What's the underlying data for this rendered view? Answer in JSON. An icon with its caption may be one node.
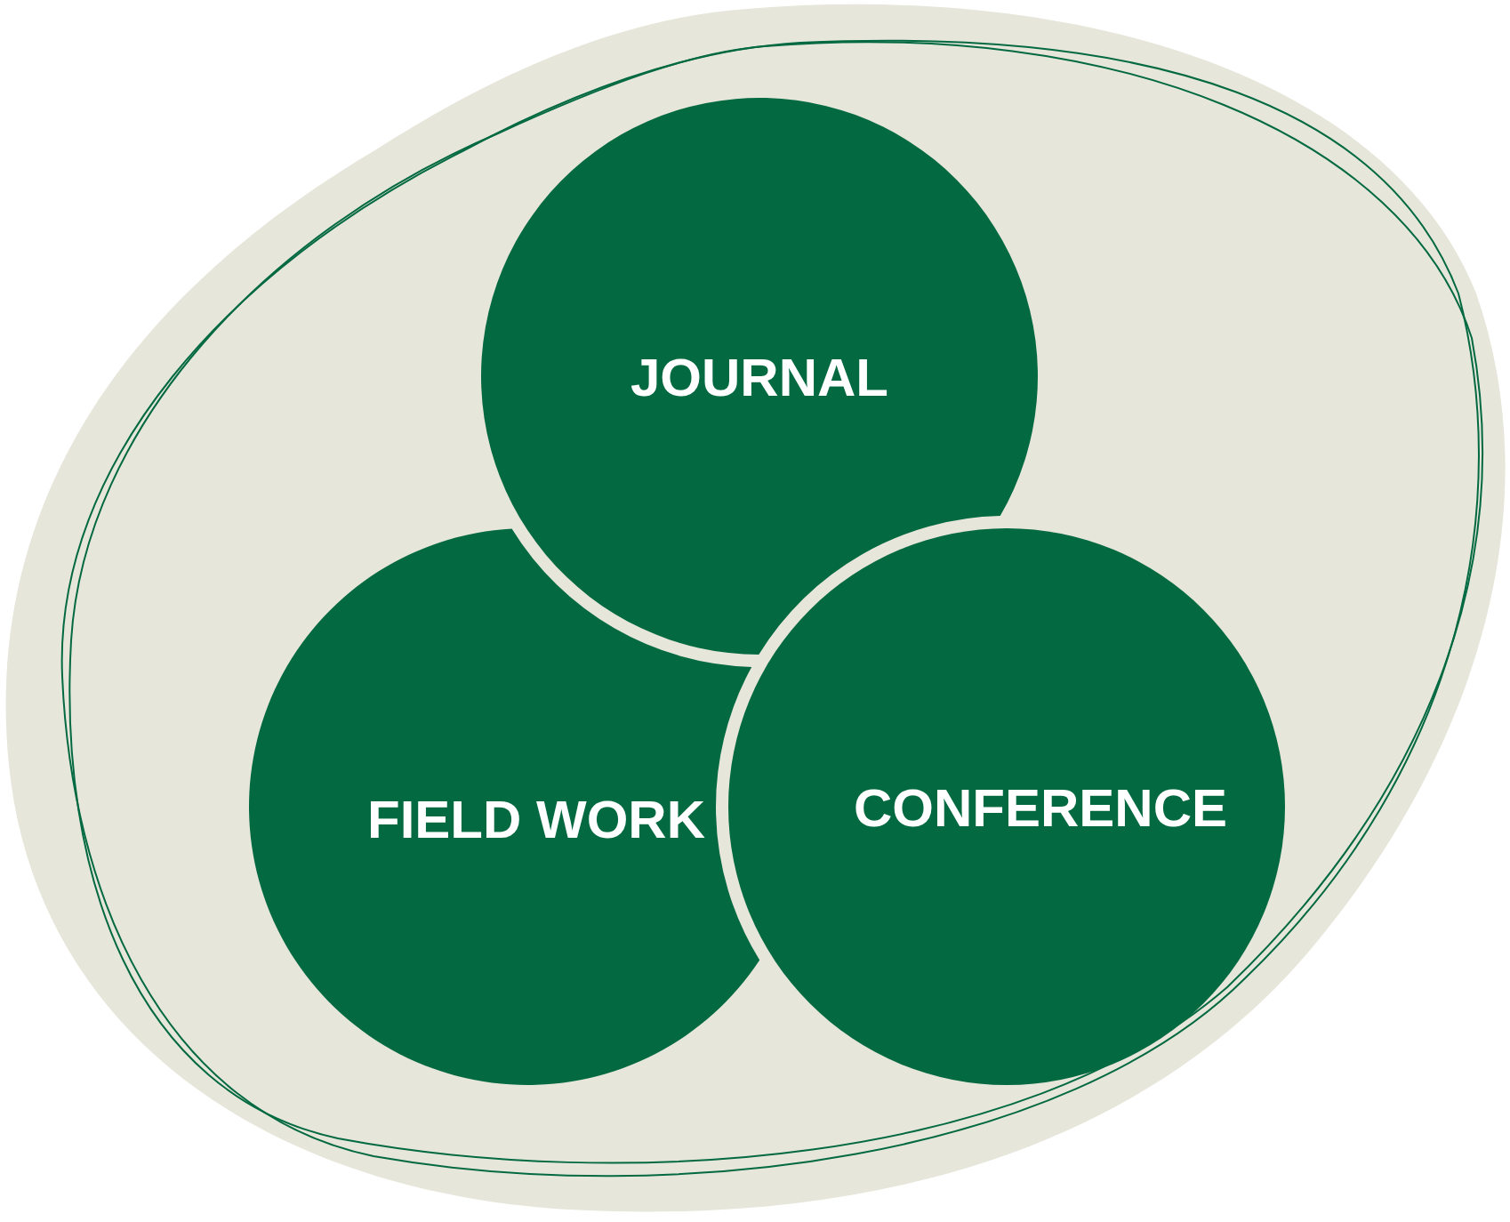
{
  "diagram": {
    "nodes": [
      {
        "text": [
          "JOURNAL"
        ]
      },
      {
        "text": [
          "FIELD WORK"
        ]
      },
      {
        "text": [
          "CONFERENCE"
        ]
      }
    ]
  }
}
